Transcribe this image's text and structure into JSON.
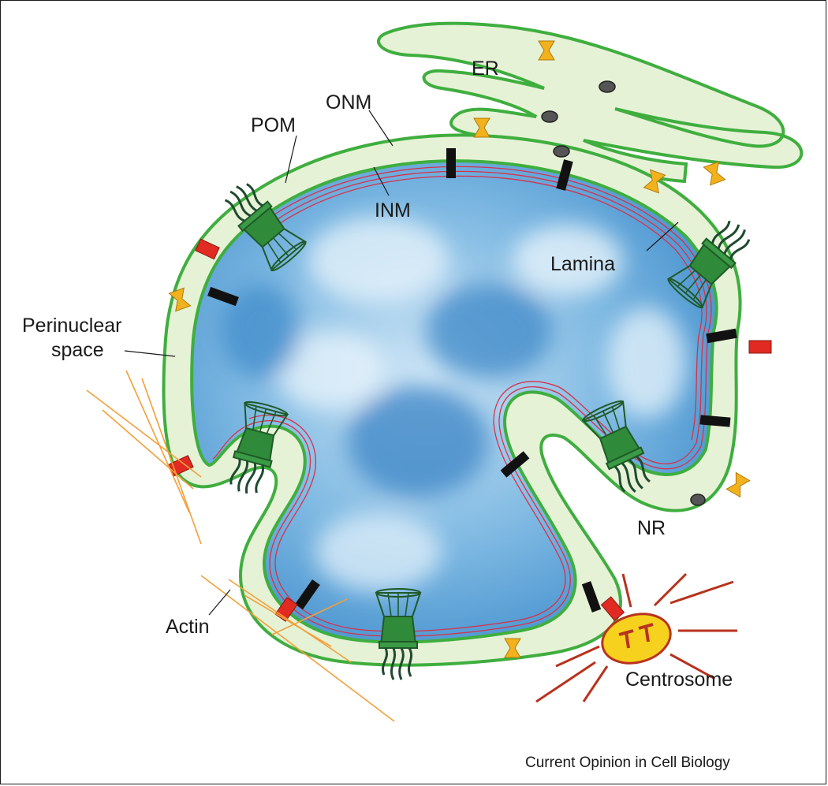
{
  "labels": {
    "er": "ER",
    "onm": "ONM",
    "pom": "POM",
    "inm": "INM",
    "lamina": "Lamina",
    "perinuclear_line1": "Perinuclear",
    "perinuclear_line2": "space",
    "nr": "NR",
    "actin": "Actin",
    "centrosome": "Centrosome"
  },
  "credit": "Current Opinion in Cell Biology",
  "colors": {
    "membrane_fill": "#e6f2d6",
    "membrane_stroke": "#3fae3f",
    "nucleoplasm": "#4f9bd4",
    "nucleoplasm_light": "#d8ecf8",
    "lamina": "#d8304a",
    "pore": "#2f8a3a",
    "pore_dark": "#1f5a28",
    "sun_protein": "#111111",
    "nesprin": "#e02a22",
    "er_protein": "#f2b21e",
    "actin": "#f2a03a",
    "centrosome_fill": "#f6d11e",
    "centrosome_rays": "#b8321e"
  },
  "icons": [
    "nuclear-pore-complex-icon",
    "sun-protein-icon",
    "nesprin-protein-icon",
    "er-protein-icon",
    "ribosome-icon",
    "centrosome-icon",
    "actin-filament-icon"
  ]
}
